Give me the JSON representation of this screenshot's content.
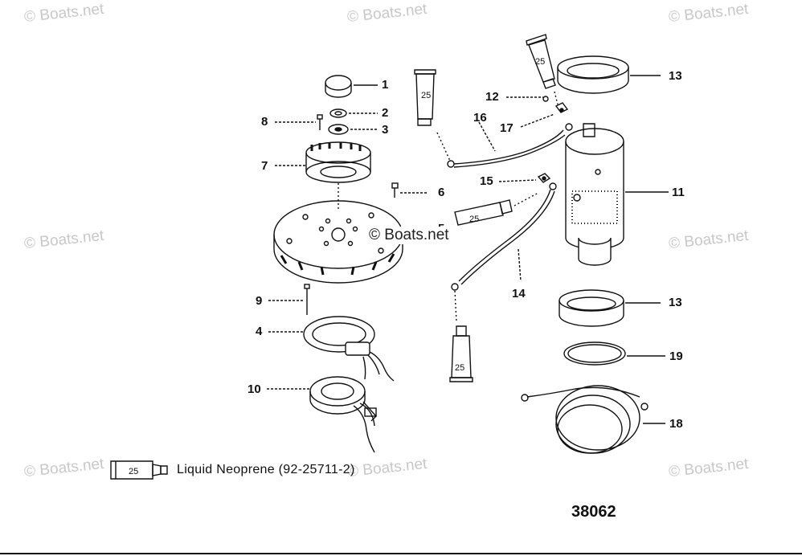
{
  "watermark": "© Boats.net",
  "center_watermark": "© Boats.net",
  "callouts": {
    "c1": "1",
    "c2": "2",
    "c3": "3",
    "c4": "4",
    "c5": "5",
    "c6": "6",
    "c7": "7",
    "c8": "8",
    "c9": "9",
    "c10": "10",
    "c11": "11",
    "c12": "12",
    "c13a": "13",
    "c13b": "13",
    "c14": "14",
    "c15": "15",
    "c16": "16",
    "c17": "17",
    "c18": "18",
    "c19": "19"
  },
  "tube_label": "25",
  "legend": {
    "tube_label": "25",
    "text": "Liquid Neoprene (92-25711-2)"
  },
  "drawing_number": "38062"
}
